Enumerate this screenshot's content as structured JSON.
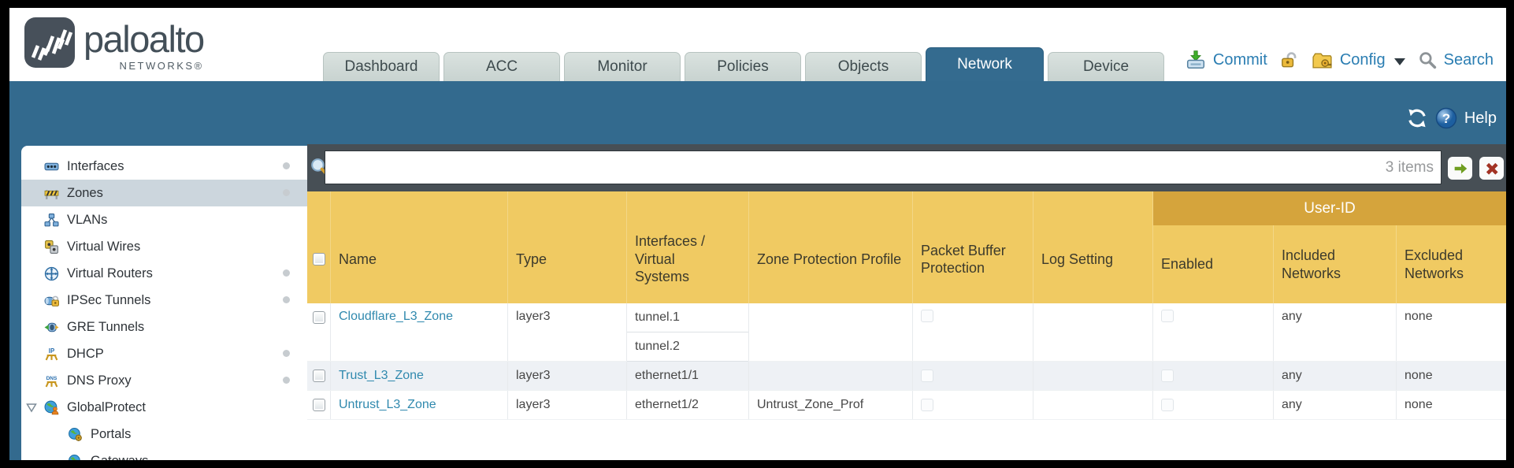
{
  "header": {
    "brand": "paloalto",
    "brand_sub": "NETWORKS®",
    "tabs": [
      {
        "label": "Dashboard",
        "active": false
      },
      {
        "label": "ACC",
        "active": false
      },
      {
        "label": "Monitor",
        "active": false
      },
      {
        "label": "Policies",
        "active": false
      },
      {
        "label": "Objects",
        "active": false
      },
      {
        "label": "Network",
        "active": true
      },
      {
        "label": "Device",
        "active": false
      }
    ],
    "commit_label": "Commit",
    "config_label": "Config",
    "search_label": "Search"
  },
  "subheader": {
    "help_label": "Help"
  },
  "sidebar": {
    "items": [
      {
        "label": "Interfaces",
        "selected": false,
        "has_dot": true
      },
      {
        "label": "Zones",
        "selected": true,
        "has_dot": true
      },
      {
        "label": "VLANs",
        "selected": false,
        "has_dot": false
      },
      {
        "label": "Virtual Wires",
        "selected": false,
        "has_dot": false
      },
      {
        "label": "Virtual Routers",
        "selected": false,
        "has_dot": true
      },
      {
        "label": "IPSec Tunnels",
        "selected": false,
        "has_dot": true
      },
      {
        "label": "GRE Tunnels",
        "selected": false,
        "has_dot": false
      },
      {
        "label": "DHCP",
        "selected": false,
        "has_dot": true
      },
      {
        "label": "DNS Proxy",
        "selected": false,
        "has_dot": true
      },
      {
        "label": "GlobalProtect",
        "selected": false,
        "has_dot": false,
        "expanded": true
      },
      {
        "label": "Portals",
        "selected": false,
        "has_dot": false,
        "child": true
      },
      {
        "label": "Gateways",
        "selected": false,
        "has_dot": false,
        "child": true
      }
    ]
  },
  "toolbar": {
    "filter_value": "",
    "items_count": "3 items"
  },
  "table": {
    "group_header": "User-ID",
    "columns": [
      "Name",
      "Type",
      "Interfaces / Virtual Systems",
      "Zone Protection Profile",
      "Packet Buffer Protection",
      "Log Setting",
      "Enabled",
      "Included Networks",
      "Excluded Networks"
    ],
    "rows": [
      {
        "name": "Cloudflare_L3_Zone",
        "type": "layer3",
        "interfaces": [
          "tunnel.1",
          "tunnel.2"
        ],
        "zone_protection_profile": "",
        "log_setting": "",
        "packet_buffer_protection": false,
        "enabled": false,
        "included_networks": "any",
        "excluded_networks": "none"
      },
      {
        "name": "Trust_L3_Zone",
        "type": "layer3",
        "interfaces": [
          "ethernet1/1"
        ],
        "zone_protection_profile": "",
        "log_setting": "",
        "packet_buffer_protection": false,
        "enabled": false,
        "included_networks": "any",
        "excluded_networks": "none"
      },
      {
        "name": "Untrust_L3_Zone",
        "type": "layer3",
        "interfaces": [
          "ethernet1/2"
        ],
        "zone_protection_profile": "Untrust_Zone_Prof",
        "log_setting": "",
        "packet_buffer_protection": false,
        "enabled": false,
        "included_networks": "any",
        "excluded_networks": "none"
      }
    ]
  },
  "colors": {
    "teal": "#336a8e",
    "toolbar_dark": "#474f55",
    "header_gold": "#f0ca62",
    "userid_band": "#d5a43c",
    "link_blue": "#3089ae",
    "alt_row": "#eef1f5"
  }
}
